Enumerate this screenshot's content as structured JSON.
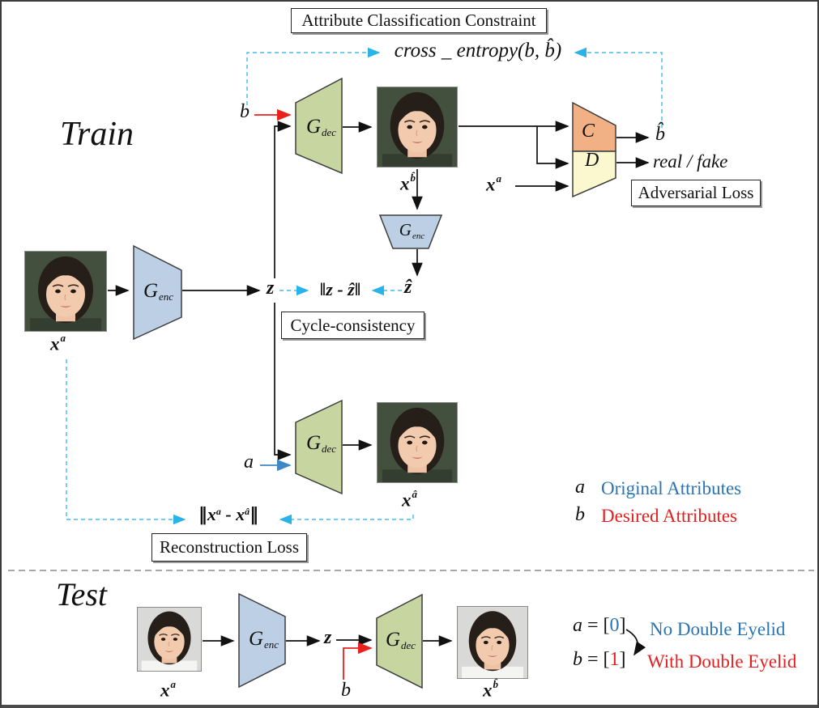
{
  "sections": {
    "train": "Train",
    "test": "Test"
  },
  "boxes": {
    "attribute_constraint": "Attribute Classification Constraint",
    "adversarial": "Adversarial Loss",
    "cycle": "Cycle-consistency",
    "reconstruction": "Reconstruction Loss"
  },
  "formulas": {
    "cross_entropy": "cross _ entropy(b, b̂)",
    "cycle": "‖z - ẑ‖",
    "recon": {
      "open": "‖",
      "t1": "x",
      "t1_sup": "a",
      "minus": " - ",
      "t2": "x",
      "t2_sup": "â",
      "close": "‖"
    }
  },
  "blocks": {
    "g_enc": {
      "base": "G",
      "sub": "enc"
    },
    "g_dec": {
      "base": "G",
      "sub": "dec"
    },
    "classifier": "C",
    "discriminator": "D"
  },
  "labels": {
    "b_input": "b",
    "a_input": "a",
    "z": "z",
    "z_hat": "ẑ",
    "b_hat_out": "b̂",
    "real_fake": "real / fake",
    "x_a": {
      "base": "x",
      "sup": "a"
    },
    "x_b_hat": {
      "base": "x",
      "sup": "b̂"
    },
    "x_a_hat": {
      "base": "x",
      "sup": "â"
    }
  },
  "legend": {
    "a_symbol": "a",
    "a_text": "Original Attributes",
    "b_symbol": "b",
    "b_text": "Desired Attributes"
  },
  "test_legend": {
    "a_var": "a",
    "a_eq": " = [",
    "a_val": "0",
    "a_close": "]",
    "a_text": "No Double Eyelid",
    "b_var": "b",
    "b_eq": " = [",
    "b_val": "1",
    "b_close": "]",
    "b_text": "With Double Eyelid"
  },
  "colors": {
    "decoder_fill": "#c7d5a0",
    "encoder_fill": "#bccfe5",
    "classifier_fill": "#f1b185",
    "discriminator_fill": "#fbf8d0",
    "dashed_link": "#45bce8",
    "desired_red": "#e8211d",
    "original_blue": "#3f88c5",
    "text_blue": "#2a74b5",
    "text_red": "#e32020"
  }
}
